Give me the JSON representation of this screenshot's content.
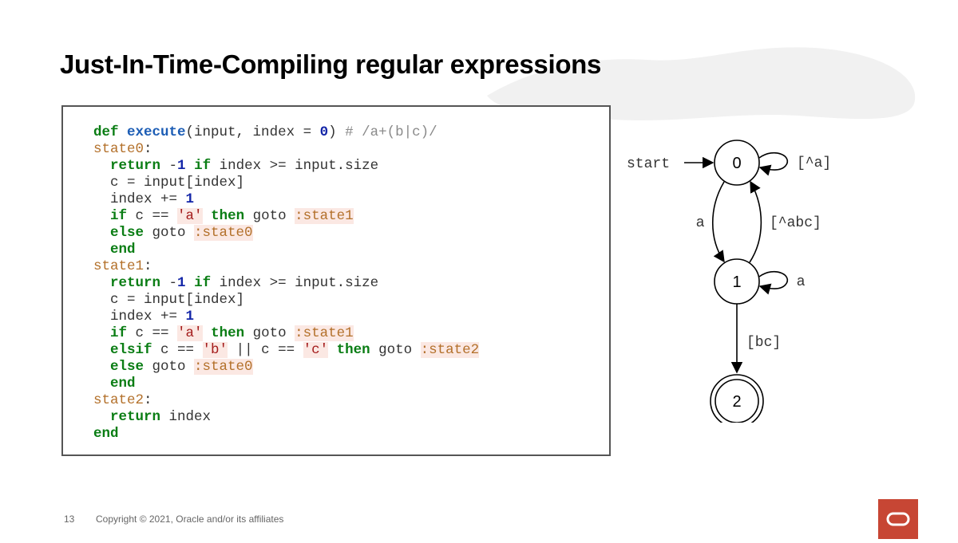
{
  "slide": {
    "title": "Just-In-Time-Compiling regular expressions",
    "page_number": "13",
    "copyright": "Copyright © 2021, Oracle and/or its affiliates"
  },
  "code": {
    "lines": [
      [
        {
          "t": "def",
          "c": "kw"
        },
        {
          "t": " ",
          "c": "pl"
        },
        {
          "t": "execute",
          "c": "fn"
        },
        {
          "t": "(input, index = ",
          "c": "pl"
        },
        {
          "t": "0",
          "c": "num"
        },
        {
          "t": ") ",
          "c": "pl"
        },
        {
          "t": "# /a+(b|c)/",
          "c": "cm"
        }
      ],
      [
        {
          "t": "state0",
          "c": "lbl"
        },
        {
          "t": ":",
          "c": "pl"
        }
      ],
      [
        {
          "t": "  ",
          "c": "pl"
        },
        {
          "t": "return",
          "c": "kw"
        },
        {
          "t": " -",
          "c": "pl"
        },
        {
          "t": "1",
          "c": "num"
        },
        {
          "t": " ",
          "c": "pl"
        },
        {
          "t": "if",
          "c": "kw"
        },
        {
          "t": " index >= input.size",
          "c": "pl"
        }
      ],
      [
        {
          "t": "  c = input[index]",
          "c": "pl"
        }
      ],
      [
        {
          "t": "  index += ",
          "c": "pl"
        },
        {
          "t": "1",
          "c": "num"
        }
      ],
      [
        {
          "t": "  ",
          "c": "pl"
        },
        {
          "t": "if",
          "c": "kw"
        },
        {
          "t": " c == ",
          "c": "pl"
        },
        {
          "t": "'a'",
          "c": "str"
        },
        {
          "t": " ",
          "c": "pl"
        },
        {
          "t": "then",
          "c": "kw"
        },
        {
          "t": " goto ",
          "c": "pl"
        },
        {
          "t": ":state1",
          "c": "sym"
        }
      ],
      [
        {
          "t": "  ",
          "c": "pl"
        },
        {
          "t": "else",
          "c": "kw"
        },
        {
          "t": " goto ",
          "c": "pl"
        },
        {
          "t": ":state0",
          "c": "sym"
        }
      ],
      [
        {
          "t": "  ",
          "c": "pl"
        },
        {
          "t": "end",
          "c": "kw"
        }
      ],
      [
        {
          "t": "state1",
          "c": "lbl"
        },
        {
          "t": ":",
          "c": "pl"
        }
      ],
      [
        {
          "t": "  ",
          "c": "pl"
        },
        {
          "t": "return",
          "c": "kw"
        },
        {
          "t": " -",
          "c": "pl"
        },
        {
          "t": "1",
          "c": "num"
        },
        {
          "t": " ",
          "c": "pl"
        },
        {
          "t": "if",
          "c": "kw"
        },
        {
          "t": " index >= input.size",
          "c": "pl"
        }
      ],
      [
        {
          "t": "  c = input[index]",
          "c": "pl"
        }
      ],
      [
        {
          "t": "  index += ",
          "c": "pl"
        },
        {
          "t": "1",
          "c": "num"
        }
      ],
      [
        {
          "t": "  ",
          "c": "pl"
        },
        {
          "t": "if",
          "c": "kw"
        },
        {
          "t": " c == ",
          "c": "pl"
        },
        {
          "t": "'a'",
          "c": "str"
        },
        {
          "t": " ",
          "c": "pl"
        },
        {
          "t": "then",
          "c": "kw"
        },
        {
          "t": " goto ",
          "c": "pl"
        },
        {
          "t": ":state1",
          "c": "sym"
        }
      ],
      [
        {
          "t": "  ",
          "c": "pl"
        },
        {
          "t": "elsif",
          "c": "kw"
        },
        {
          "t": " c == ",
          "c": "pl"
        },
        {
          "t": "'b'",
          "c": "str"
        },
        {
          "t": " || c == ",
          "c": "pl"
        },
        {
          "t": "'c'",
          "c": "str"
        },
        {
          "t": " ",
          "c": "pl"
        },
        {
          "t": "then",
          "c": "kw"
        },
        {
          "t": " goto ",
          "c": "pl"
        },
        {
          "t": ":state2",
          "c": "sym"
        }
      ],
      [
        {
          "t": "  ",
          "c": "pl"
        },
        {
          "t": "else",
          "c": "kw"
        },
        {
          "t": " goto ",
          "c": "pl"
        },
        {
          "t": ":state0",
          "c": "sym"
        }
      ],
      [
        {
          "t": "  ",
          "c": "pl"
        },
        {
          "t": "end",
          "c": "kw"
        }
      ],
      [
        {
          "t": "state2",
          "c": "lbl"
        },
        {
          "t": ":",
          "c": "pl"
        }
      ],
      [
        {
          "t": "  ",
          "c": "pl"
        },
        {
          "t": "return",
          "c": "kw"
        },
        {
          "t": " index",
          "c": "pl"
        }
      ],
      [
        {
          "t": "end",
          "c": "kw"
        }
      ]
    ]
  },
  "automaton": {
    "start_label": "start",
    "states": [
      {
        "id": "0",
        "accepting": false
      },
      {
        "id": "1",
        "accepting": false
      },
      {
        "id": "2",
        "accepting": true
      }
    ],
    "transitions": [
      {
        "from": "0",
        "to": "0",
        "label": "[^a]"
      },
      {
        "from": "0",
        "to": "1",
        "label": "a"
      },
      {
        "from": "1",
        "to": "0",
        "label": "[^abc]"
      },
      {
        "from": "1",
        "to": "1",
        "label": "a"
      },
      {
        "from": "1",
        "to": "2",
        "label": "[bc]"
      }
    ]
  },
  "colors": {
    "keyword": "#0a7d14",
    "function": "#1c5db5",
    "number": "#1426a8",
    "comment": "#8a8a8a",
    "label": "#b3702a",
    "highlight_bg": "#fbe8e3",
    "brand": "#c74634"
  },
  "logo": {
    "icon": "oracle-logo-icon"
  }
}
